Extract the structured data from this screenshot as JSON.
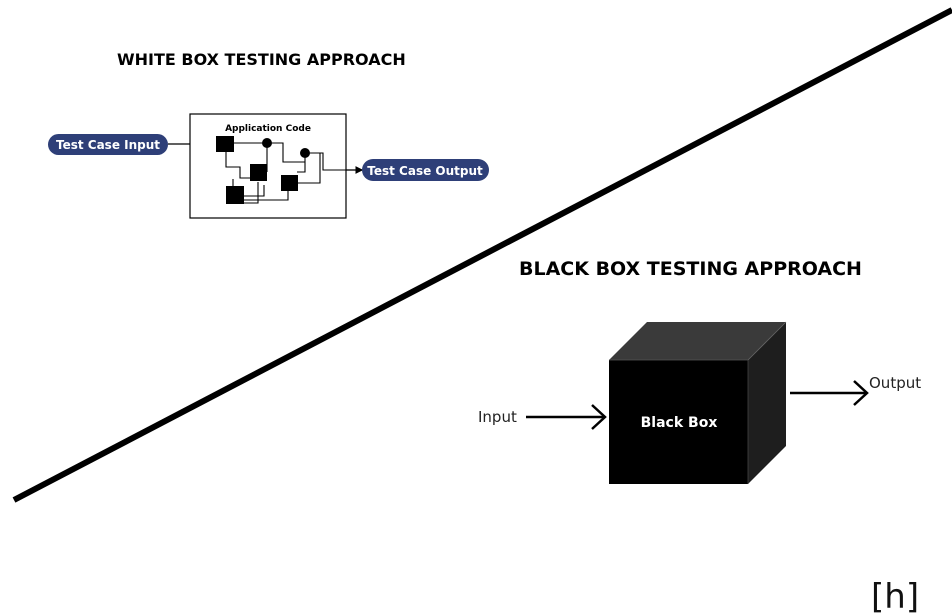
{
  "white_box": {
    "title": "WHITE BOX TESTING APPROACH",
    "input_label": "Test Case Input",
    "code_label": "Application Code",
    "output_label": "Test Case Output"
  },
  "black_box": {
    "title": "BLACK BOX TESTING APPROACH",
    "input_label": "Input",
    "box_label": "Black Box",
    "output_label": "Output"
  },
  "corner_label": "[h]",
  "colors": {
    "pill": "#2e3f78",
    "ink": "#000000",
    "cube_top": "#3a3a3a",
    "cube_side": "#1e1e1e"
  }
}
